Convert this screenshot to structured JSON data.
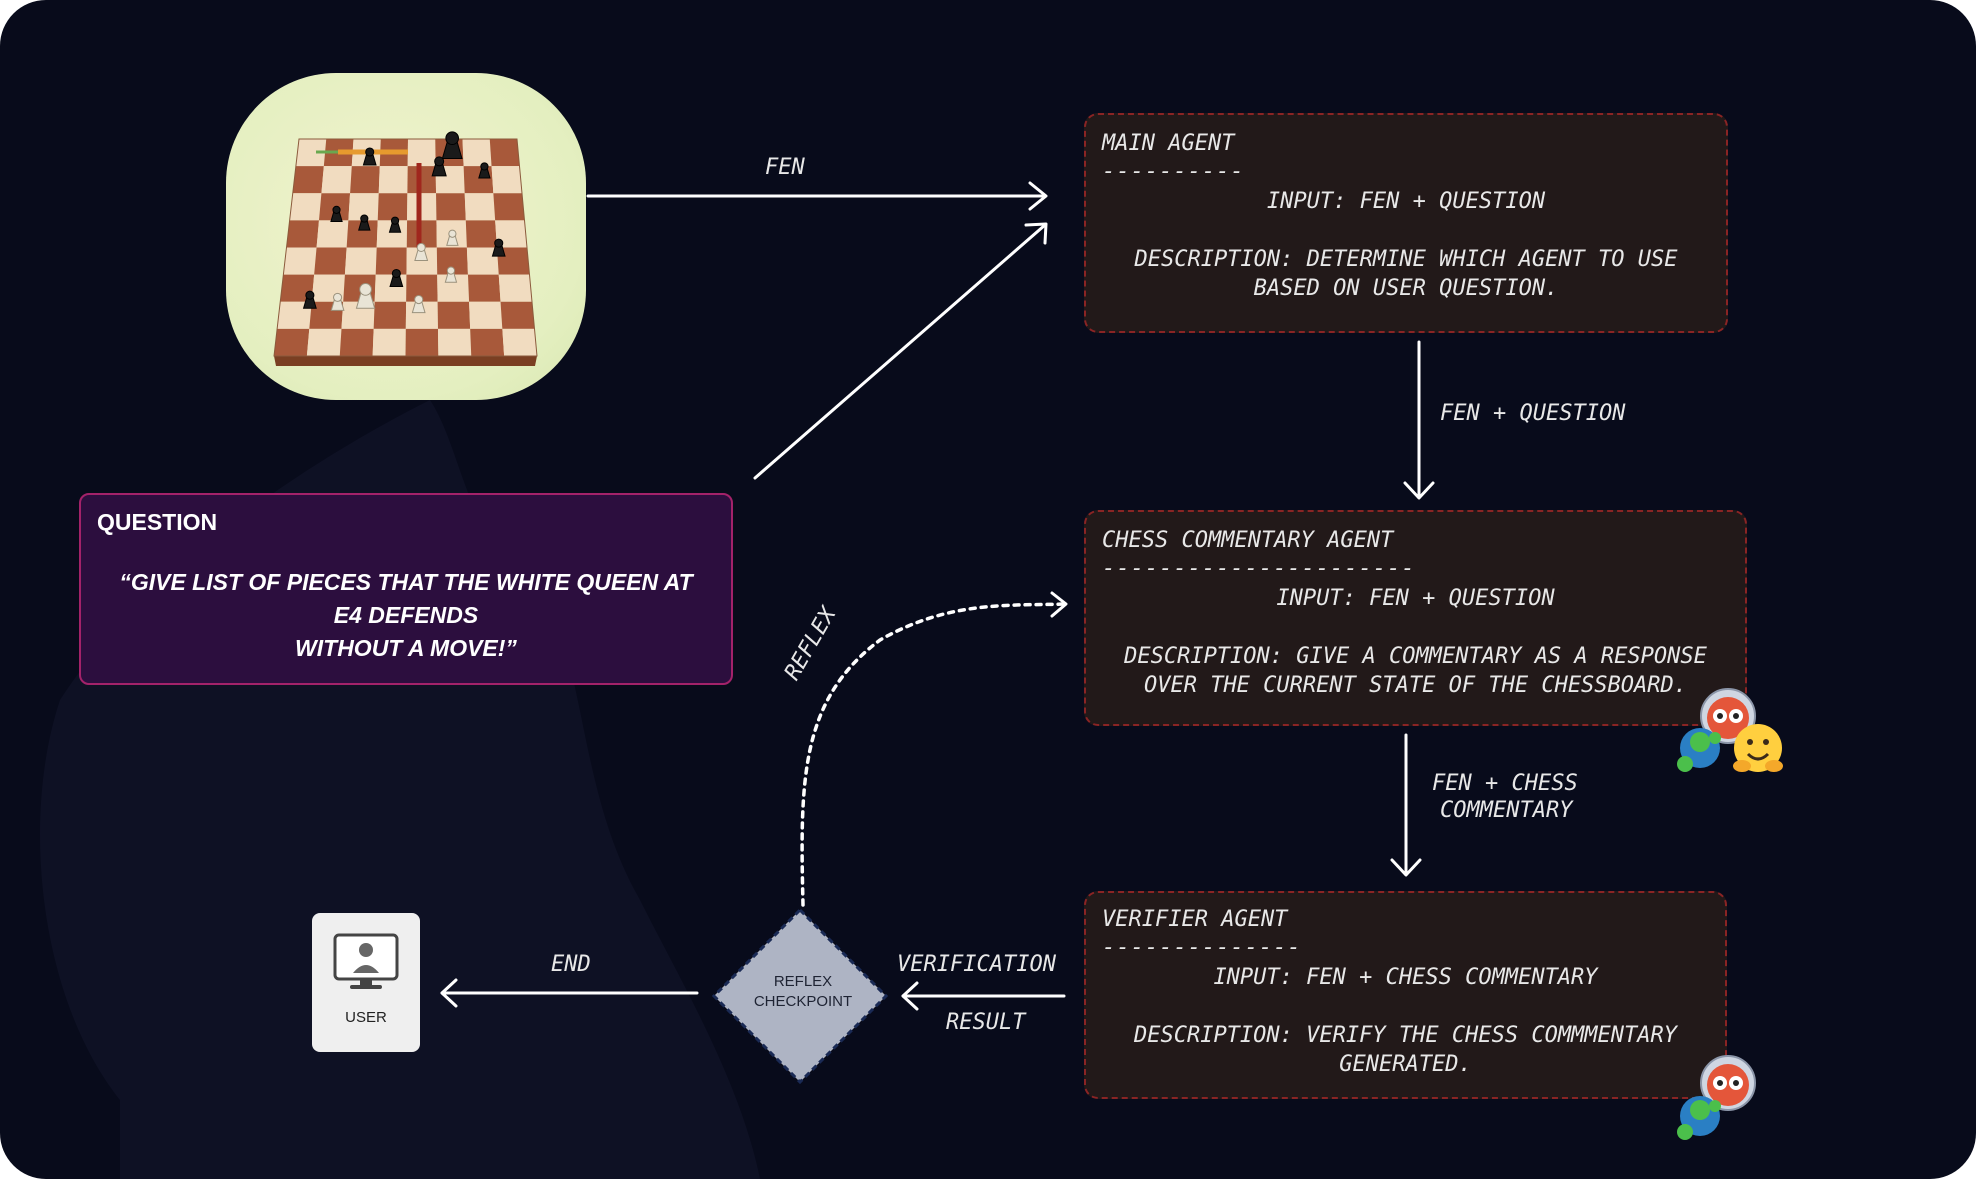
{
  "image": {
    "alt": "Chess board position"
  },
  "question": {
    "title": "QUESTION",
    "lines": [
      "“GIVE LIST OF PIECES THAT THE WHITE QUEEN AT",
      "E4 DEFENDS",
      "WITHOUT A MOVE!”"
    ]
  },
  "main_agent": {
    "title": "MAIN AGENT",
    "dashes": "----------",
    "input": "INPUT: FEN + QUESTION",
    "desc_lines": [
      "DESCRIPTION: DETERMINE WHICH AGENT TO USE",
      "BASED ON USER QUESTION."
    ]
  },
  "commentary_agent": {
    "title": "CHESS COMMENTARY AGENT",
    "dashes": "----------------------",
    "input": "INPUT: FEN + QUESTION",
    "desc_lines": [
      "DESCRIPTION: GIVE A COMMENTARY AS A RESPONSE",
      "OVER THE CURRENT STATE OF THE CHESSBOARD."
    ]
  },
  "verifier_agent": {
    "title": "VERIFIER AGENT",
    "dashes": "--------------",
    "input": "INPUT: FEN + CHESS COMMENTARY",
    "desc_lines": [
      "DESCRIPTION: VERIFY THE CHESS COMMMENTARY",
      "GENERATED."
    ]
  },
  "edges": {
    "fen": "FEN",
    "fen_question": "FEN + QUESTION",
    "fen_commentary": [
      "FEN + CHESS",
      "COMMENTARY"
    ],
    "verification_result": [
      "VERIFICATION",
      "RESULT"
    ],
    "reflex": "REFLEX",
    "end": "END"
  },
  "checkpoint": {
    "lines": [
      "REFLEX",
      "CHECKPOINT"
    ]
  },
  "user": {
    "label": "USER"
  },
  "colors": {
    "background": "#080b1b",
    "agent_fill": "#221919",
    "agent_border": "#8a2424",
    "question_fill": "#2c0e3e",
    "question_border": "#a3226a"
  }
}
